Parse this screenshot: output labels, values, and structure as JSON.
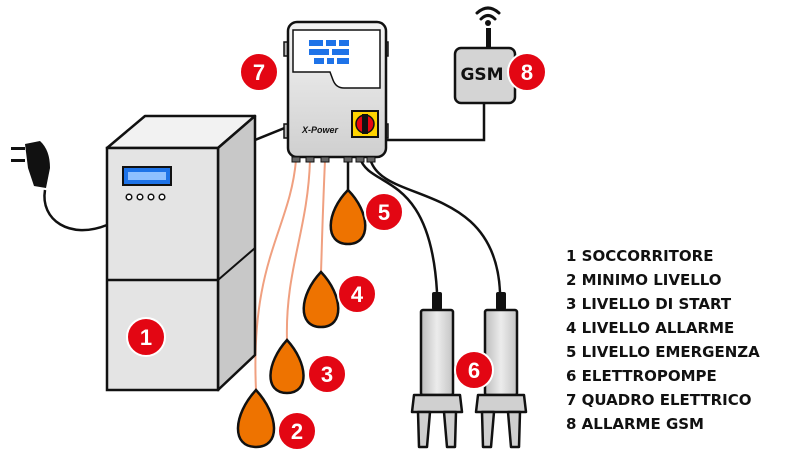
{
  "colors": {
    "badge": "#e30613",
    "float": "#ee7300",
    "float_wire": "#f0a080",
    "cable": "#111111",
    "cabinet": "#dcdcdc",
    "lcd": "#1e73e8"
  },
  "diagram": {
    "controller_brand": "X-Power",
    "gsm_label": "GSM",
    "badges": [
      "1",
      "2",
      "3",
      "4",
      "5",
      "6",
      "7",
      "8"
    ]
  },
  "legend": [
    "1 SOCCORRITORE",
    "2 MINIMO LIVELLO",
    "3 LIVELLO DI START",
    "4 LIVELLO ALLARME",
    "5 LIVELLO EMERGENZA",
    "6 ELETTROPOMPE",
    "7 QUADRO ELETTRICO",
    "8 ALLARME GSM"
  ]
}
